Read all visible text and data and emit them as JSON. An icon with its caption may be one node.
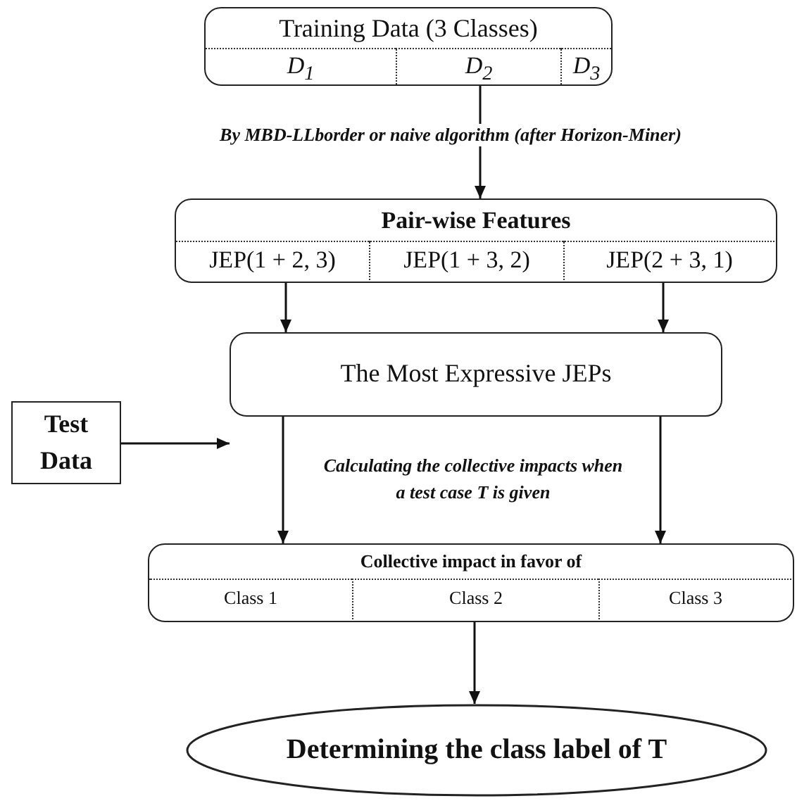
{
  "diagram": {
    "nodes": [
      {
        "text": [
          "Training Data (3 Classes)"
        ]
      },
      {
        "text": [
          "*D*$_{1}$"
        ],
        "in": 0
      },
      {
        "text": [
          "*D*$_{2}$"
        ],
        "in": 0
      },
      {
        "text": [
          "*D*$_{3}$"
        ],
        "in": 0
      },
      {
        "text": [
          "Pair-wise Features"
        ]
      },
      {
        "text": [
          "JEP(1 + 2, 3)"
        ],
        "in": 4
      },
      {
        "text": [
          "JEP(1 + 3, 2)"
        ],
        "in": 4
      },
      {
        "text": [
          "JEP(2 + 3, 1)"
        ],
        "in": 4
      },
      {
        "text": [
          "The Most Expressive JEPs"
        ]
      },
      {
        "text": [
          "Test Data"
        ]
      },
      {
        "text": [
          "Collective impact in favor of"
        ]
      },
      {
        "text": [
          "Class 1"
        ],
        "in": 10
      },
      {
        "text": [
          "Class 2"
        ],
        "in": 10
      },
      {
        "text": [
          "Class 3"
        ],
        "in": 10
      },
      {
        "text": [
          "Determining the class label of T"
        ]
      }
    ],
    "edges": [
      {
        "from": 0,
        "to": 4,
        "arrow": "to",
        "label": "By MBD-LLborder or naive algorithm (after Horizon-Miner)"
      },
      {
        "from": 4,
        "to": 8,
        "arrow": "to"
      },
      {
        "from": 4,
        "to": 8,
        "arrow": "to"
      },
      {
        "from": 9,
        "to": 8,
        "arrow": "to"
      },
      {
        "from": 8,
        "to": 10,
        "arrow": "to"
      },
      {
        "from": 8,
        "to": 10,
        "arrow": "to"
      },
      {
        "from": 10,
        "to": 14,
        "arrow": "to"
      }
    ],
    "labels": [
      "Calculating the collective impacts when a test case T is given"
    ]
  }
}
